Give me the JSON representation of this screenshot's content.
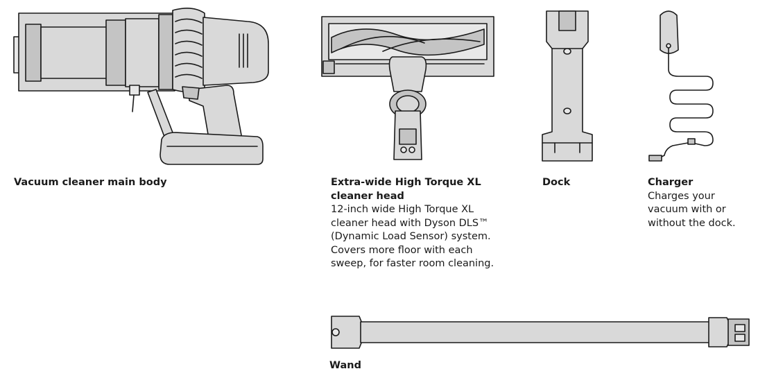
{
  "items": {
    "main_body": {
      "title": "Vacuum cleaner main body"
    },
    "cleaner_head": {
      "title_line1": "Extra-wide High Torque XL",
      "title_line2": "cleaner head",
      "desc_lines": [
        "12-inch wide High Torque XL",
        "cleaner head with Dyson DLS™",
        "(Dynamic Load Sensor) system.",
        "Covers more floor with each",
        "sweep, for faster room cleaning."
      ]
    },
    "dock": {
      "title": "Dock"
    },
    "charger": {
      "title": "Charger",
      "desc_lines": [
        "Charges your",
        "vacuum with or",
        "without the dock."
      ]
    },
    "wand": {
      "title": "Wand"
    }
  }
}
